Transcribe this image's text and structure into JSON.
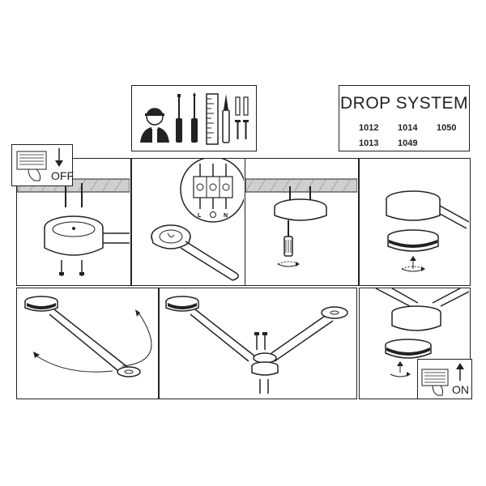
{
  "header": {
    "title": "DROP SYSTEM",
    "model_codes": [
      "1012",
      "1014",
      "1050",
      "1013",
      "1049"
    ]
  },
  "tools": [
    "electrician-avatar",
    "slotted-screwdriver",
    "phillips-screwdriver",
    "ruler",
    "utility-knife",
    "wall-plugs-and-screws"
  ],
  "steps": {
    "power_off_label": "OFF",
    "power_on_label": "ON",
    "terminal_labels": [
      "L",
      "N"
    ]
  },
  "colors": {
    "stroke": "#222222",
    "ceiling_hatch": "#cfcfcf",
    "background": "#ffffff"
  }
}
